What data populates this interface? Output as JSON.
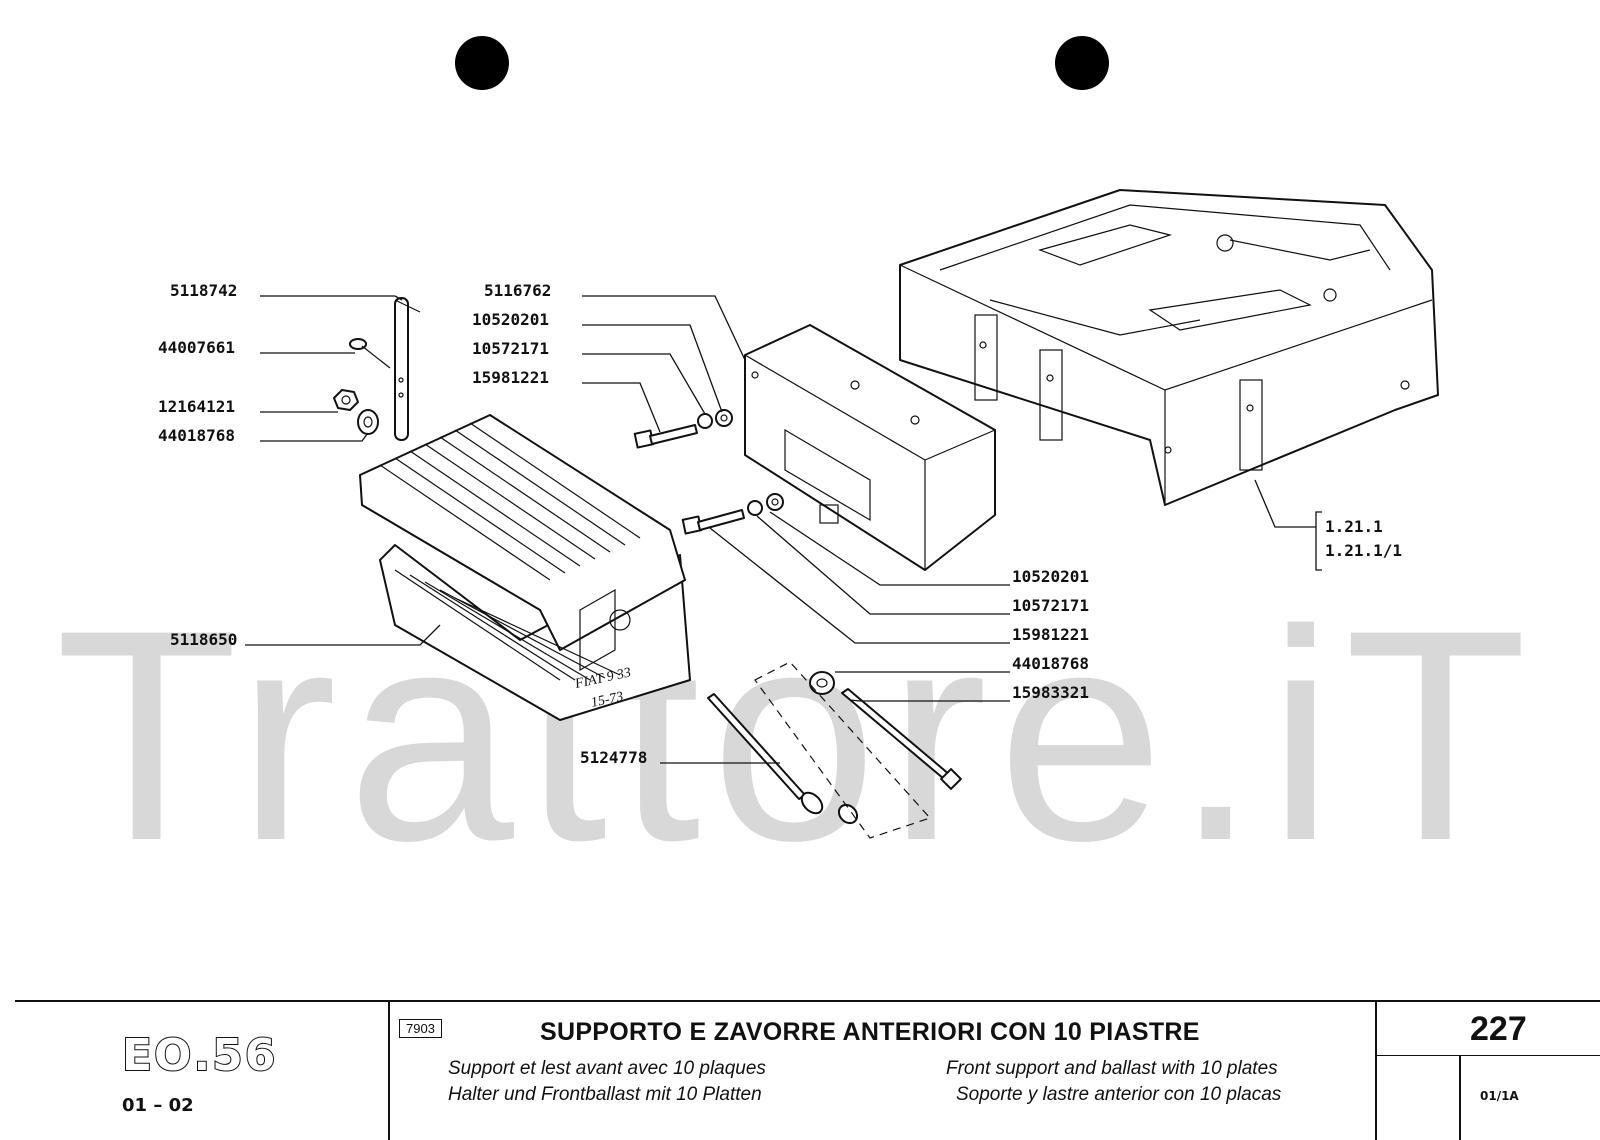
{
  "watermark": "Trattore.iT",
  "callouts_left": {
    "a": "5118742",
    "b": "44007661",
    "c": "12164121",
    "d": "44018768",
    "e": "5118650",
    "f": "5124778"
  },
  "callouts_top": {
    "a": "5116762",
    "b": "10520201",
    "c": "10572171",
    "d": "15981221"
  },
  "callouts_right": {
    "a": "10520201",
    "b": "10572171",
    "c": "15981221",
    "d": "44018768",
    "e": "15983321"
  },
  "ref_group": [
    "1.21.1",
    "1.21.1/1"
  ],
  "casting_marks": [
    "FIAT 9 33",
    "15-73"
  ],
  "footer": {
    "logo": "ЕО.56",
    "range": "01 – 02",
    "code": "7903",
    "title": "SUPPORTO E ZAVORRE ANTERIORI CON 10 PIASTRE",
    "fr": "Support et lest avant avec 10 plaques",
    "de": "Halter und Frontballast mit 10 Platten",
    "en": "Front support and ballast with 10 plates",
    "es": "Soporte y lastre anterior con 10 placas",
    "page": "227",
    "page_code": "01/1A"
  }
}
